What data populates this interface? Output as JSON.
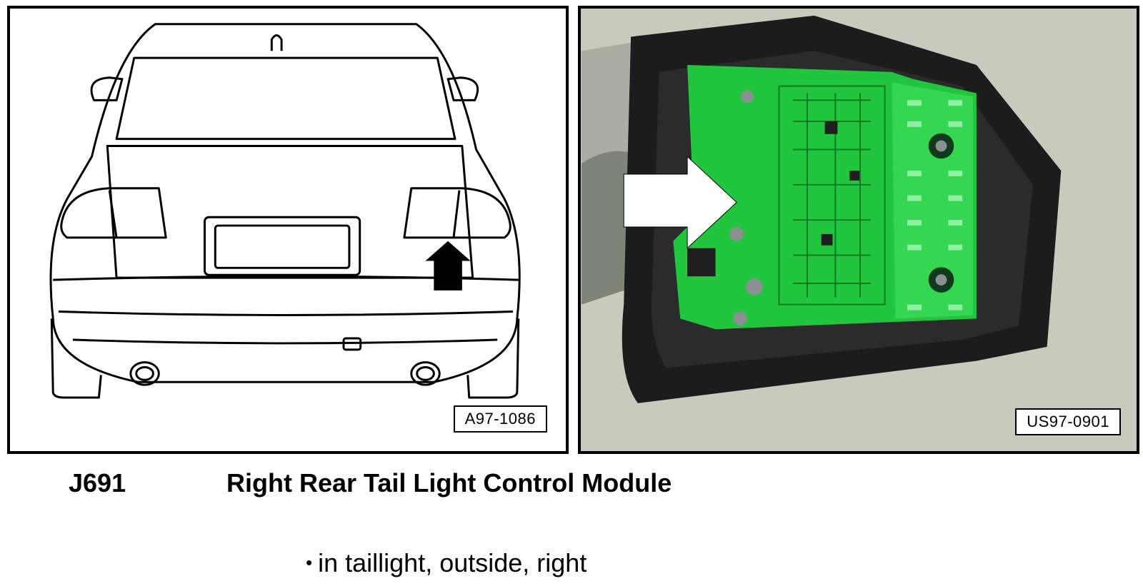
{
  "figures": {
    "left": {
      "reference": "A97-1086",
      "subject": "vehicle rear view line drawing"
    },
    "right": {
      "reference": "US97-0901",
      "subject": "control module circuit board photo"
    }
  },
  "component": {
    "code": "J691",
    "name": "Right Rear Tail Light Control Module"
  },
  "location": {
    "bullet": "•",
    "text": "in taillight, outside, right"
  },
  "colors": {
    "board_green": "#22c63e",
    "housing": "#1a1a1a",
    "background_photo": "#c9cbbf"
  }
}
